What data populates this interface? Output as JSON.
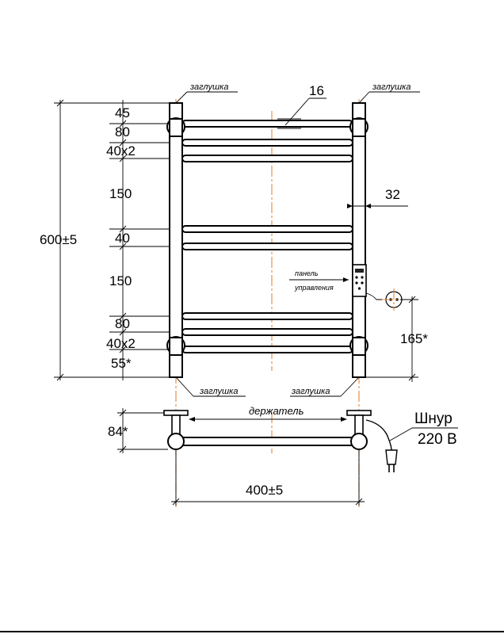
{
  "labels": {
    "cap_top_left": "заглушка",
    "cap_top_right": "заглушка",
    "cap_bottom_left": "заглушка",
    "cap_bottom_right": "заглушка",
    "holder": "держатель",
    "panel_line1": "панель",
    "panel_line2": "управления",
    "cord": "Шнур",
    "voltage": "220 В"
  },
  "dimensions": {
    "tube_diameter": "16",
    "riser_diameter": "32",
    "height_total": "600±5",
    "width_total": "400±5",
    "depth": "84*",
    "socket_height": "165*",
    "left_stack": [
      "45",
      "80",
      "40x2",
      "150",
      "40",
      "150",
      "80",
      "40x2",
      "55*"
    ]
  },
  "colors": {
    "axis": "#e8873a",
    "line": "#000000",
    "background": "#ffffff"
  }
}
